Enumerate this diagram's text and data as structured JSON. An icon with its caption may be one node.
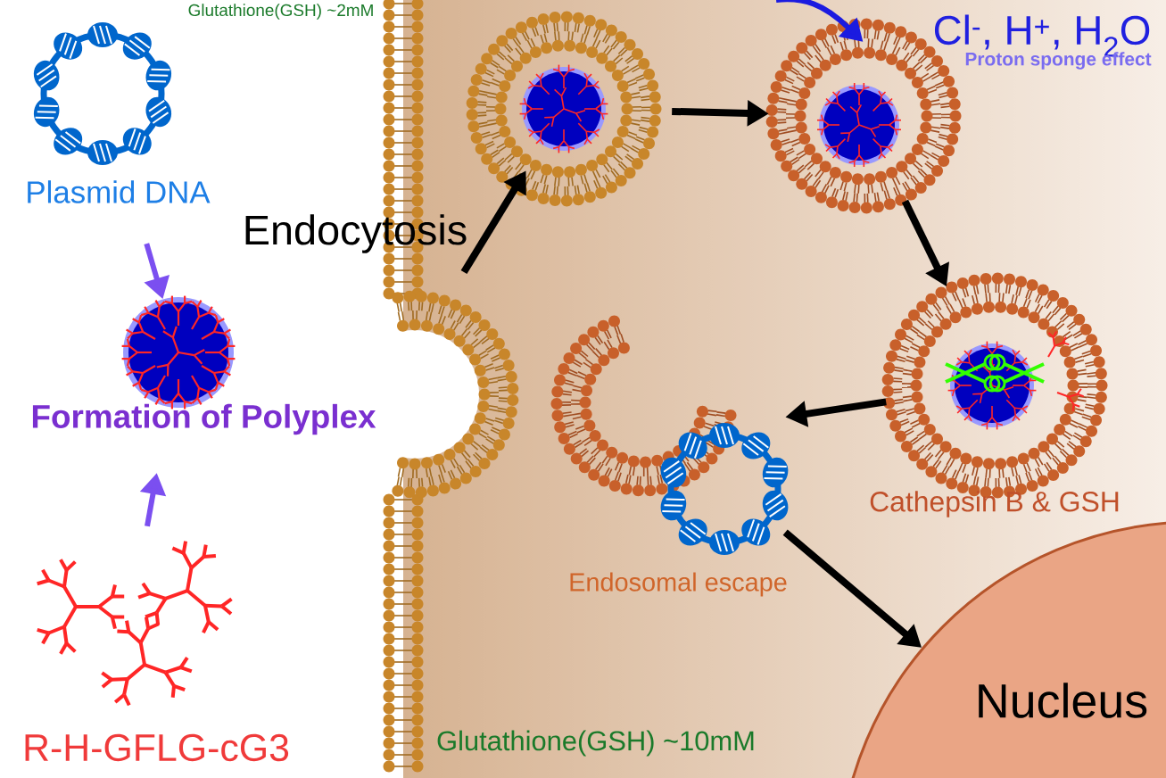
{
  "diagram": {
    "nodes": [
      {
        "text": [],
        "shape": "picture",
        "beside": [
          "Plasmid DNA"
        ]
      },
      {
        "text": [],
        "shape": "picture",
        "beside": [
          "Formation of Polyplex"
        ]
      },
      {
        "text": [],
        "shape": "picture",
        "beside": [
          "R-H-GFLG-cG3"
        ]
      },
      {
        "text": [],
        "shape": "picture"
      },
      {
        "text": [],
        "shape": "picture",
        "beside": [
          "Cl$^{-}$, H$^{+}$, H$_{2}$O",
          "Proton sponge effect"
        ]
      },
      {
        "text": [],
        "shape": "picture",
        "beside": [
          "Cathepsin B & GSH"
        ]
      },
      {
        "text": [],
        "shape": "picture",
        "beside": [
          "Endosomal escape"
        ]
      },
      {
        "text": [
          "Nucleus"
        ]
      }
    ],
    "edges": [
      {
        "from": 0,
        "to": 1,
        "arrow": "to",
        "color": "#7b4ff0"
      },
      {
        "from": 2,
        "to": 1,
        "arrow": "to",
        "color": "#7b4ff0"
      },
      {
        "from": null,
        "to": 3,
        "arrow": "to",
        "label": "Endocytosis"
      },
      {
        "from": null,
        "to": 4,
        "arrow": "to",
        "color": "#1b1be0"
      },
      {
        "from": 3,
        "to": 4,
        "arrow": "to"
      },
      {
        "from": 4,
        "to": 5,
        "arrow": "to"
      },
      {
        "from": 5,
        "to": 6,
        "arrow": "to"
      },
      {
        "from": 6,
        "to": 7,
        "arrow": "to"
      }
    ],
    "labels": [
      "Glutathione(GSH) ~2mM",
      "Glutathione(GSH) ~10mM"
    ]
  }
}
